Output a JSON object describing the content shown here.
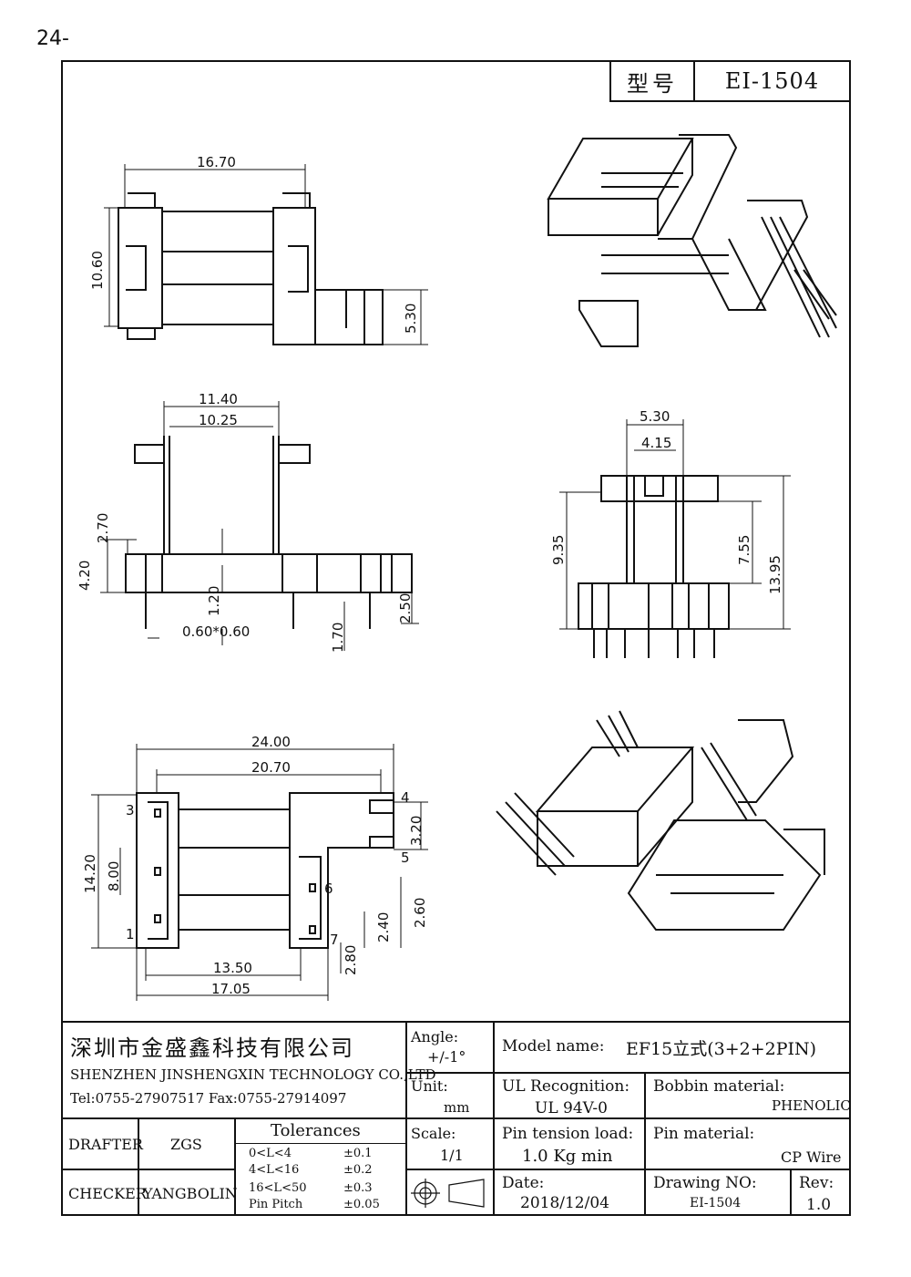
{
  "page_number": "24-",
  "model": {
    "label": "型号",
    "value": "EI-1504"
  },
  "dimensions": {
    "A": "16.70",
    "B": "10.60",
    "C": "5.30",
    "D": "11.40",
    "E": "10.25",
    "F": "4.20",
    "G": "2.70",
    "H": "2.50",
    "I": "0.60*0.60",
    "J": "5.30",
    "K": "4.15",
    "L": "9.35",
    "M": "7.55",
    "N": "13.95",
    "O": "24.00",
    "P": "20.70",
    "Q": "14.20",
    "R": "8.00",
    "S": "13.50",
    "T": "2.40",
    "U": "3.20",
    "V": "17.05",
    "extra_1_20": "1.20",
    "extra_1_70": "1.70",
    "extra_2_60": "2.60",
    "extra_2_80": "2.80"
  },
  "pin_numbers": [
    "1",
    "3",
    "4",
    "5",
    "6",
    "7"
  ],
  "company": {
    "name_cn": "深圳市金盛鑫科技有限公司",
    "name_en": "SHENZHEN JINSHENGXIN TECHNOLOGY CO.,LTD",
    "contact": "Tel:0755-27907517  Fax:0755-27914097"
  },
  "angle": {
    "label": "Angle:",
    "value": "+/-1°"
  },
  "unit": {
    "label": "Unit:",
    "value": "mm"
  },
  "scale": {
    "label": "Scale:",
    "value": "1/1"
  },
  "model_name": {
    "label": "Model name:",
    "value": "EF15立式(3+2+2PIN)"
  },
  "ul": {
    "label": "UL Recognition:",
    "value": "UL 94V-0"
  },
  "bobbin": {
    "label": "Bobbin material:",
    "value": "PHENOLIC"
  },
  "pin_tension": {
    "label": "Pin tension load:",
    "value": "1.0 Kg min"
  },
  "pin_material": {
    "label": "Pin material:",
    "value": "CP Wire"
  },
  "date": {
    "label": "Date:",
    "value": "2018/12/04"
  },
  "drawing_no": {
    "label": "Drawing NO:",
    "value": "EI-1504"
  },
  "rev": {
    "label": "Rev:",
    "value": "1.0"
  },
  "drafter": {
    "label": "DRAFTER",
    "value": "ZGS"
  },
  "checker": {
    "label": "CHECKER",
    "value": "YANGBOLIN"
  },
  "tolerances": {
    "title": "Tolerances",
    "rows": [
      {
        "range": "0<L<4",
        "tol": "±0.1"
      },
      {
        "range": "4<L<16",
        "tol": "±0.2"
      },
      {
        "range": "16<L<50",
        "tol": "±0.3"
      },
      {
        "range": "Pin Pitch",
        "tol": "±0.05"
      }
    ]
  }
}
